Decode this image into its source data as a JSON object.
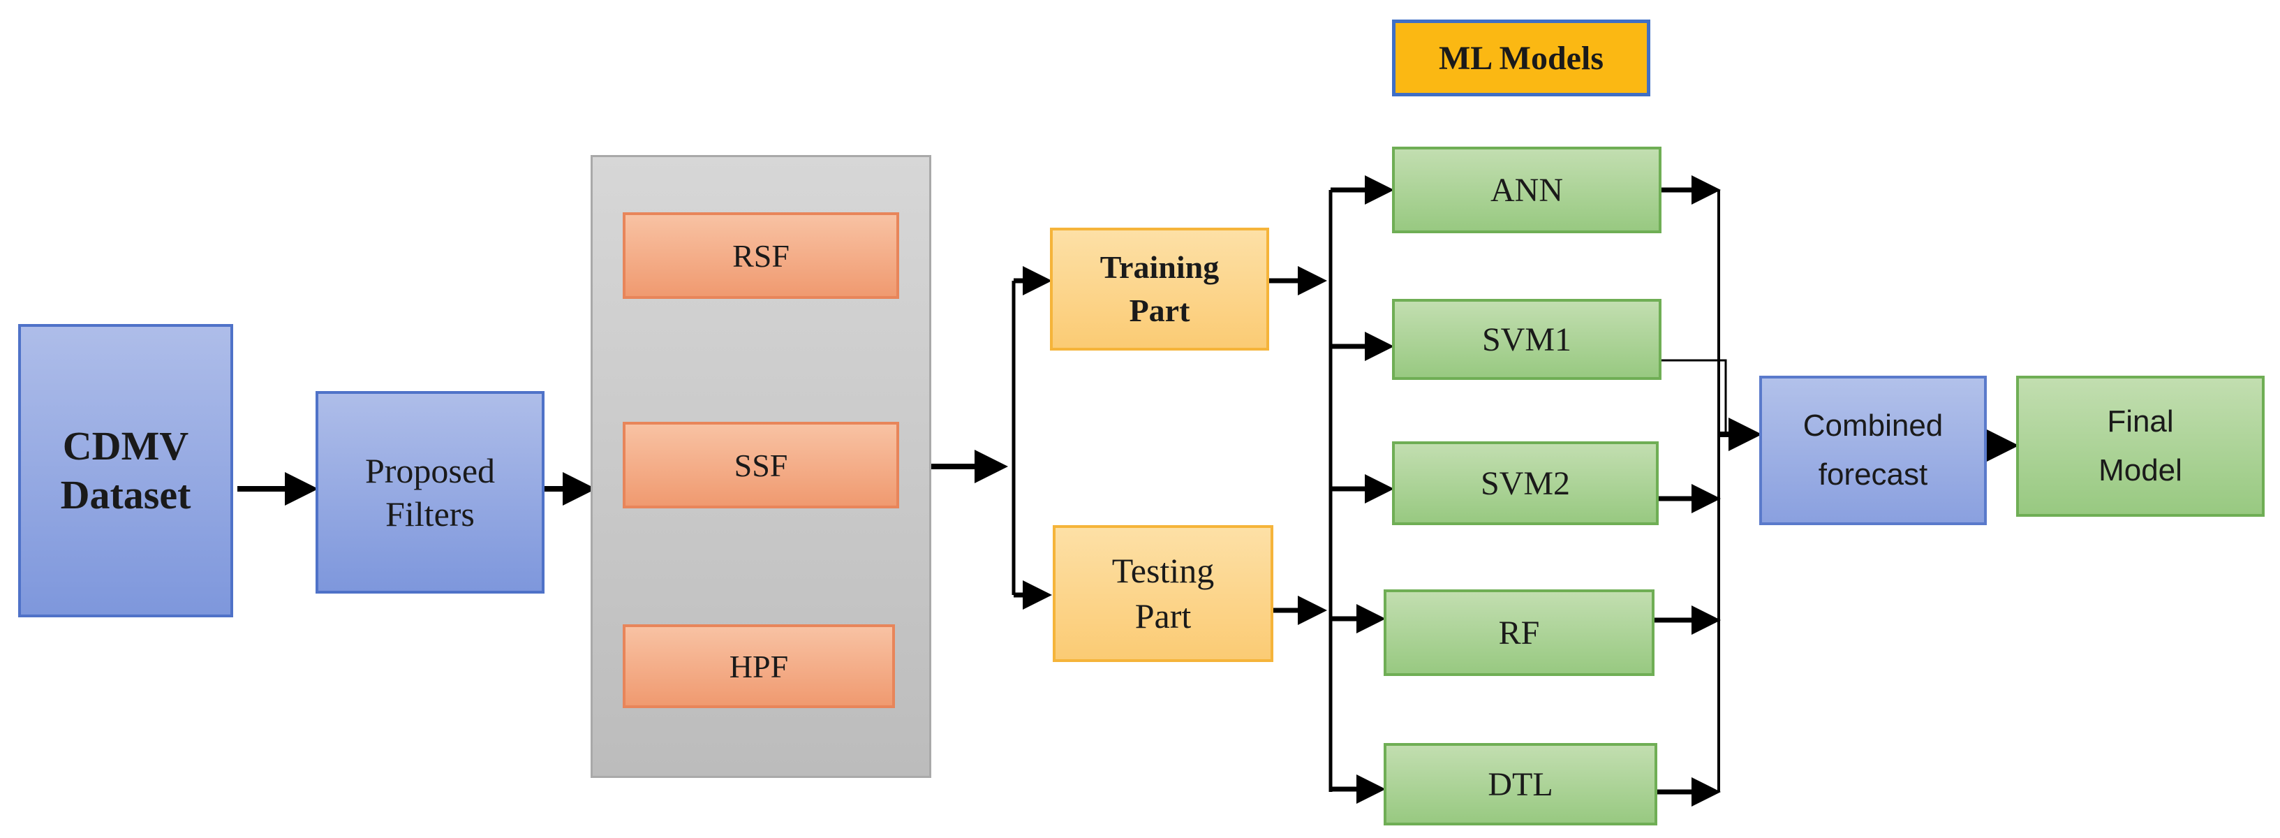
{
  "diagram": {
    "ml_models_label": "ML Models",
    "input": {
      "dataset": "CDMV\nDataset",
      "proposed_filters": "Proposed\nFilters"
    },
    "filters": {
      "rsf": "RSF",
      "ssf": "SSF",
      "hpf": "HPF"
    },
    "split": {
      "training": "Training\nPart",
      "testing": "Testing\nPart"
    },
    "models": {
      "ann": "ANN",
      "svm1": "SVM1",
      "svm2": "SVM2",
      "rf": "RF",
      "dtl": "DTL"
    },
    "output": {
      "combined_forecast": "Combined\nforecast",
      "final_model": "Final\nModel"
    },
    "colors": {
      "blue_box": "#8ea3e0",
      "orange_box": "#f4a77f",
      "yellow_box": "#fcd68c",
      "green_box": "#a9d28f",
      "gray_panel": "#c8c8c8",
      "ml_label_fill": "#fbb813",
      "ml_label_border": "#3f6fc6"
    }
  }
}
